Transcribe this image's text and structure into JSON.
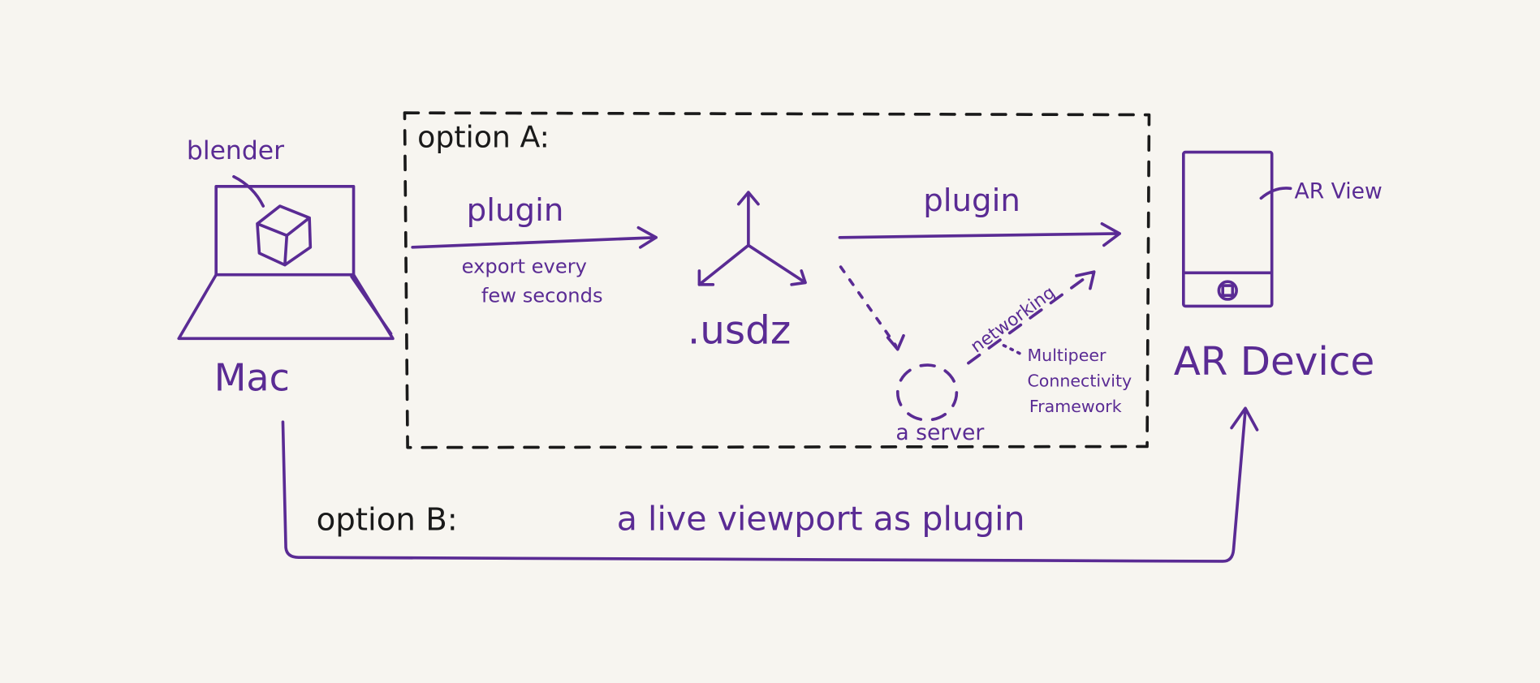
{
  "colors": {
    "ink": "#5a2b94",
    "label_ink": "#1a1a1a",
    "paper": "#f7f5f0"
  },
  "mac": {
    "app_label": "blender",
    "label": "Mac"
  },
  "option_a": {
    "label": "option A:",
    "export_arrow": {
      "label": "plugin",
      "note_line1": "export every",
      "note_line2": "few seconds"
    },
    "file_label": ".usdz",
    "transfer_arrow": {
      "label": "plugin"
    },
    "server_label": "a server",
    "networking_label": "networking",
    "framework_line1": "Multipeer",
    "framework_line2": "Connectivity",
    "framework_line3": "Framework"
  },
  "device": {
    "view_label": "AR View",
    "label": "AR Device"
  },
  "option_b": {
    "label": "option B:",
    "description": "a live viewport as plugin"
  }
}
